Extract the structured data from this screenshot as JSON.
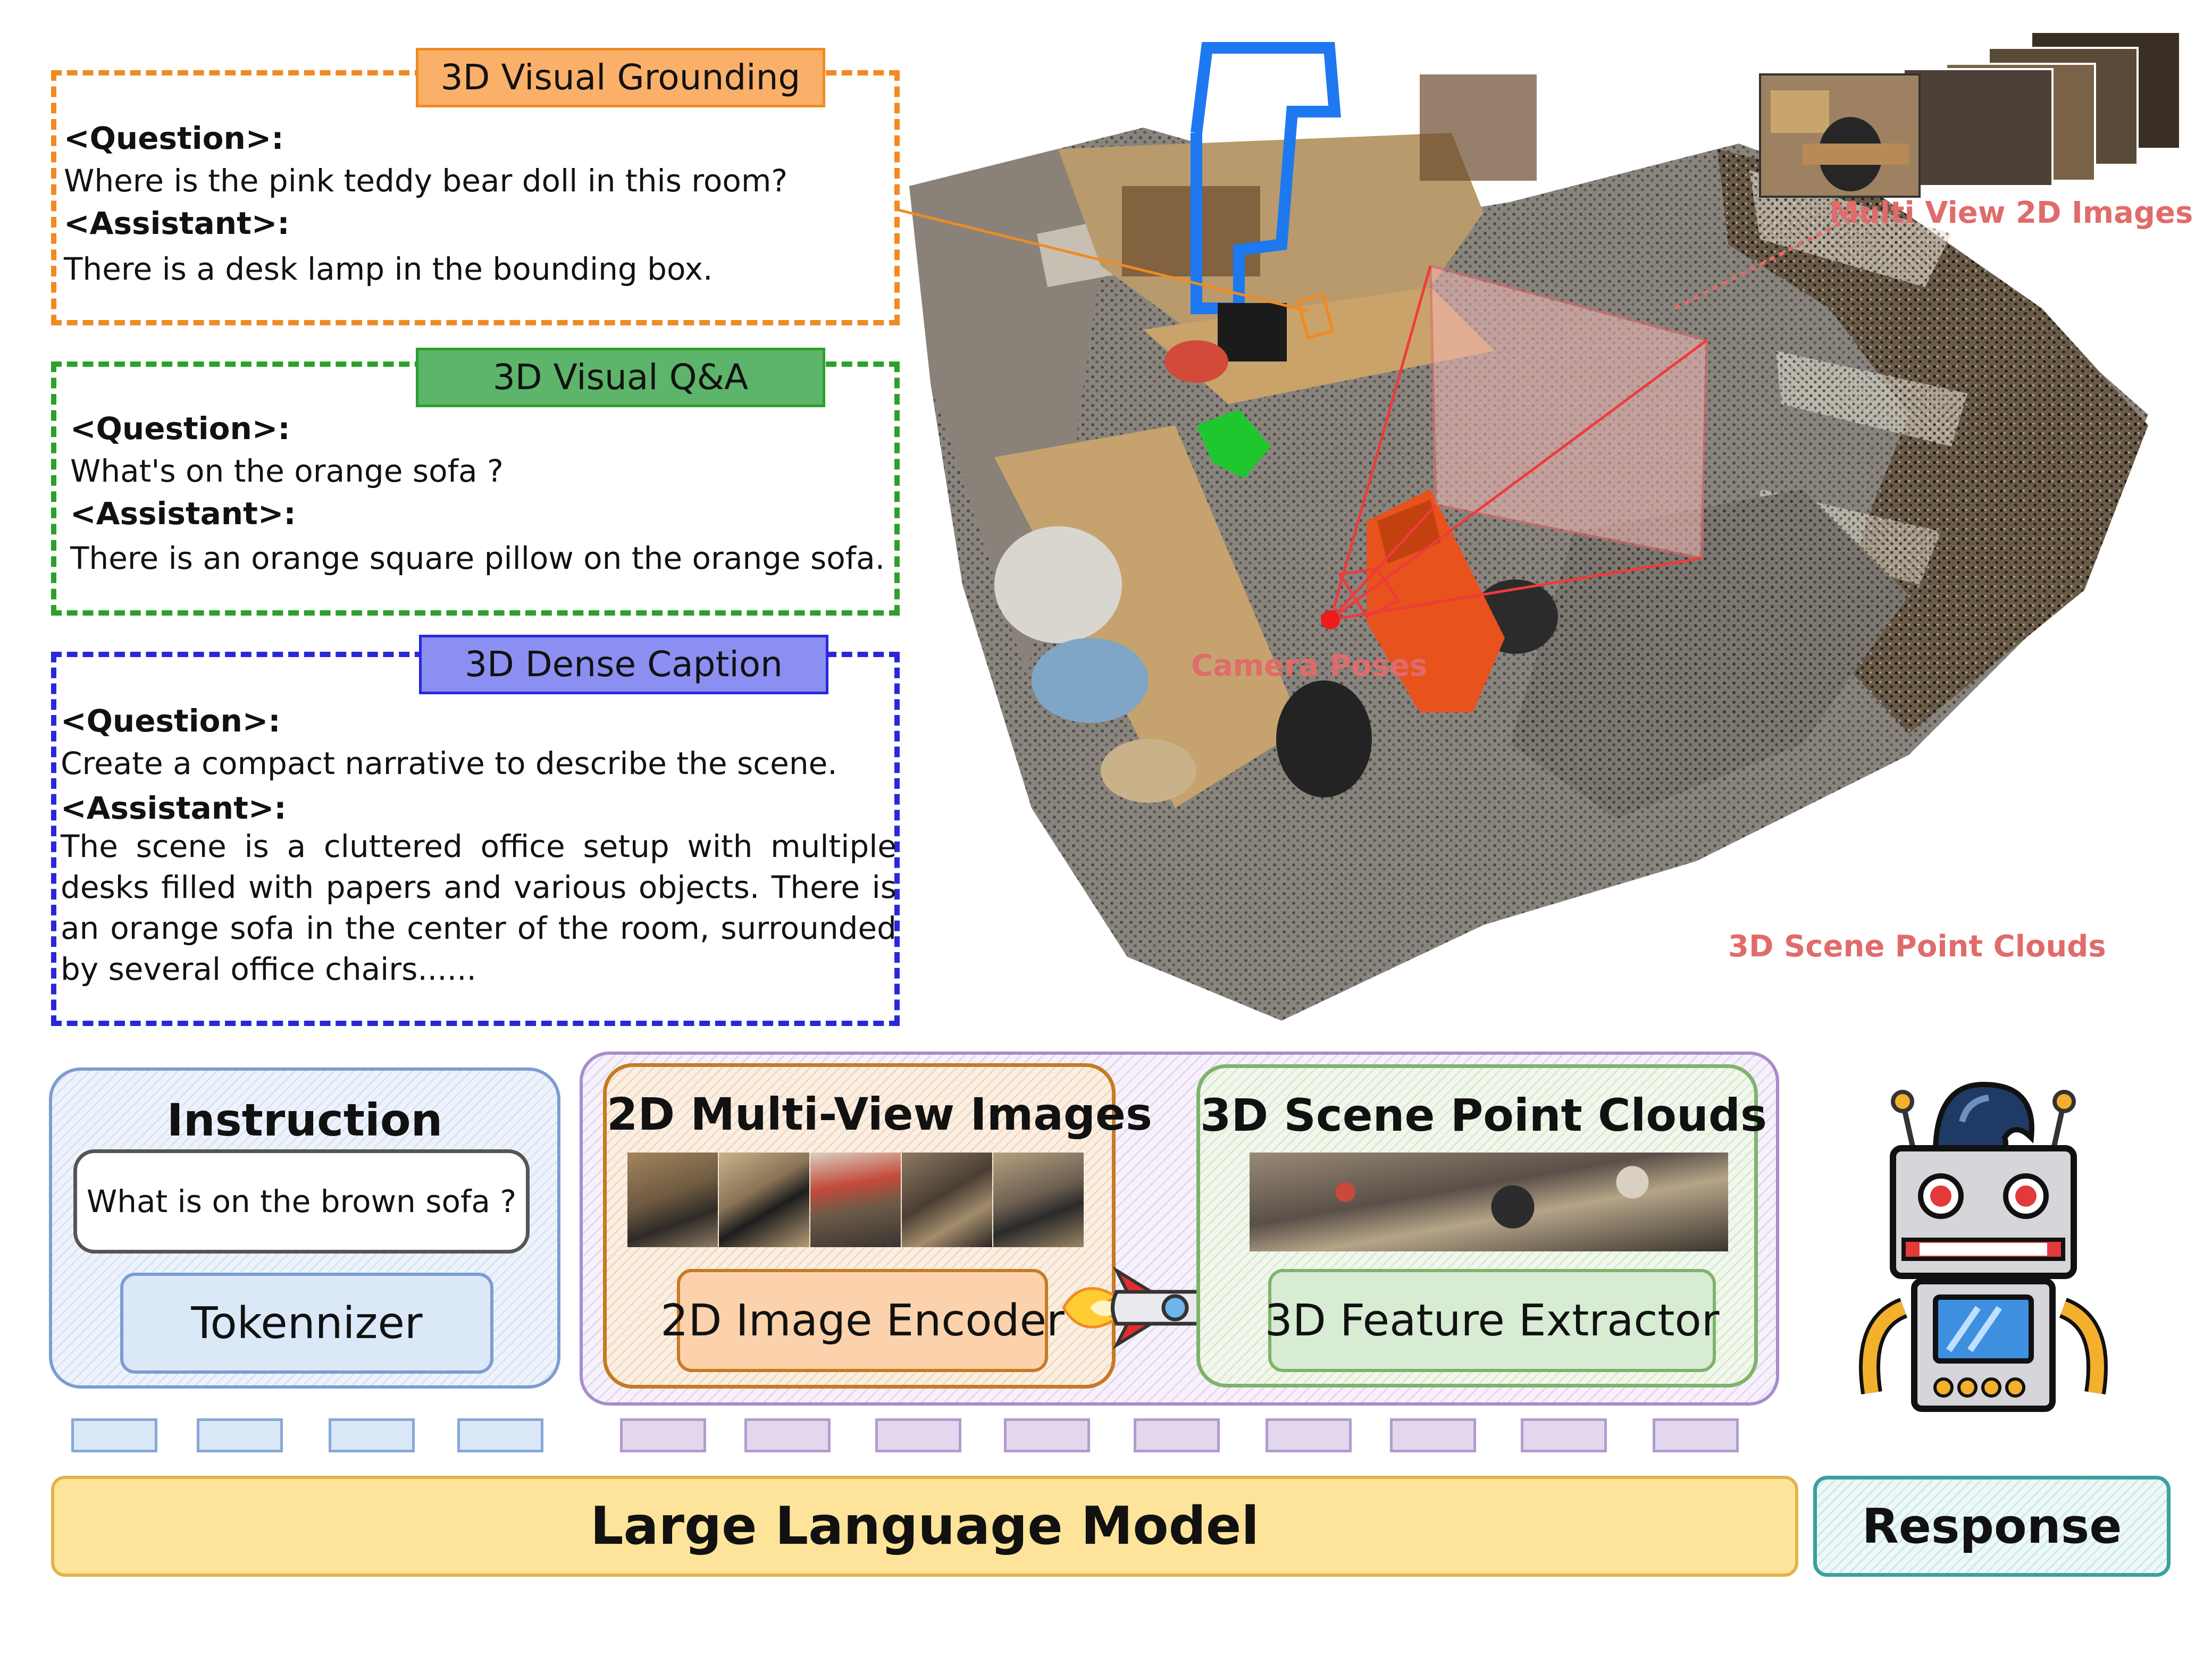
{
  "tasks": [
    {
      "title": "3D Visual Grounding",
      "question_tag": "<Question>:",
      "question": "Where is the pink teddy bear doll in this room?",
      "assistant_tag": "<Assistant>:",
      "answer": "There is a desk lamp in the  bounding box."
    },
    {
      "title": "3D Visual Q&A",
      "question_tag": "<Question>:",
      "question": "What's on the orange sofa ?",
      "assistant_tag": "<Assistant>:",
      "answer": "There is an orange square pillow on the orange sofa."
    },
    {
      "title": "3D Dense Caption",
      "question_tag": "<Question>:",
      "question": "Create a compact narrative to describe the scene.",
      "assistant_tag": "<Assistant>:",
      "answer": "The scene is a cluttered office setup with multiple desks filled with papers and various objects. There is an orange sofa in the center of the room, surrounded by several office chairs......"
    }
  ],
  "scene": {
    "multi_view_label": "Multi View 2D Images",
    "camera_label": "Camera Poses",
    "point_cloud_label": "3D Scene Point Clouds"
  },
  "pipeline": {
    "instruction": {
      "title": "Instruction",
      "prompt": "What is on the brown sofa ?",
      "tokenizer": "Tokennizer"
    },
    "multiview": {
      "title": "2D Multi-View Images",
      "encoder": "2D Image Encoder"
    },
    "pointcloud": {
      "title": "3D Scene Point Clouds",
      "extractor": "3D Feature Extractor"
    },
    "llm": "Large Language Model",
    "response": "Response"
  },
  "colors": {
    "grounding": "#f08a24",
    "qa": "#2ca02c",
    "caption": "#2828d8",
    "llm_fill": "#fde49a",
    "scene_label": "#e06b6b"
  }
}
